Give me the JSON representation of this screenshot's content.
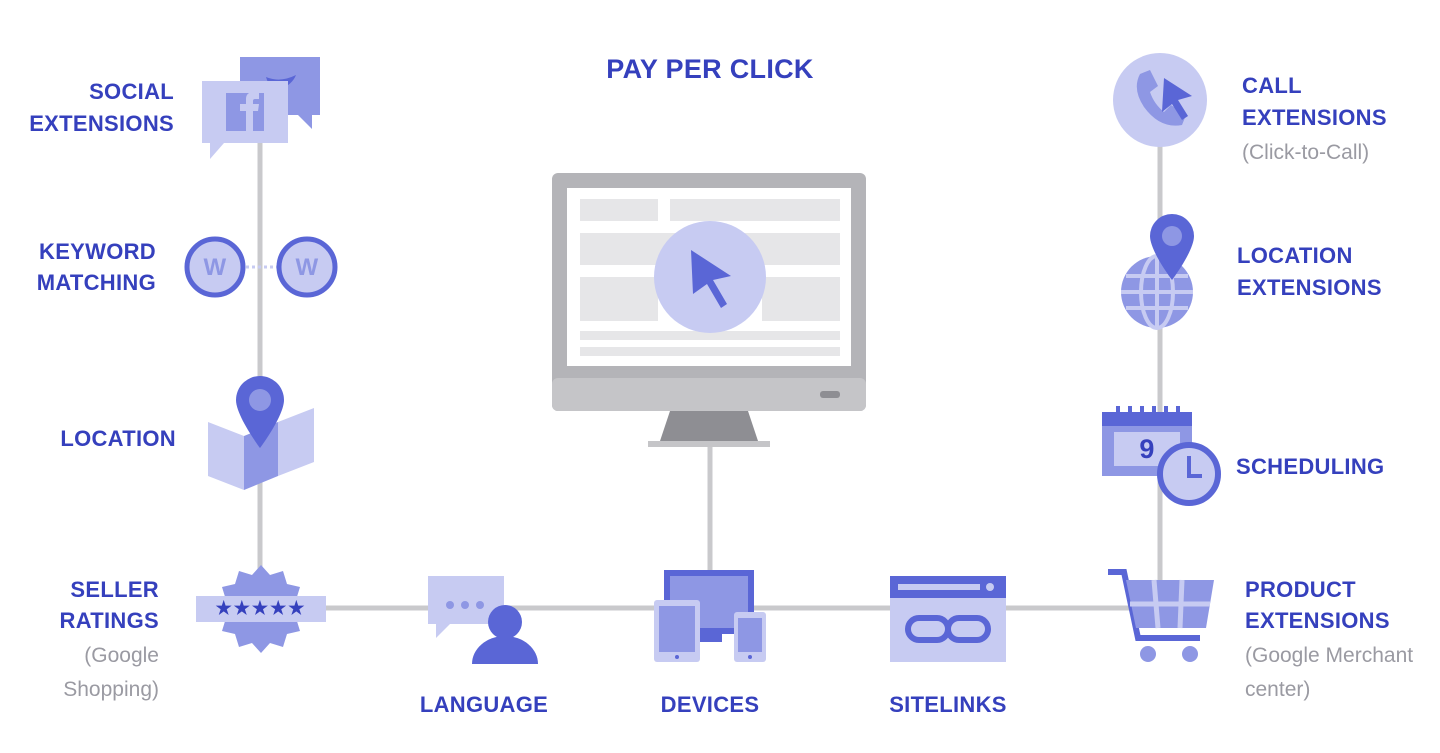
{
  "title": "PAY PER CLICK",
  "nodes": {
    "social": {
      "line1": "SOCIAL",
      "line2": "EXTENSIONS"
    },
    "keyword": {
      "line1": "KEYWORD",
      "line2": "MATCHING",
      "badge": "W"
    },
    "location": {
      "line1": "LOCATION"
    },
    "seller": {
      "line1": "SELLER",
      "line2": "RATINGS",
      "sub1": "(Google",
      "sub2": "Shopping)",
      "stars": "★★★★★"
    },
    "language": {
      "line1": "LANGUAGE"
    },
    "devices": {
      "line1": "DEVICES"
    },
    "sitelinks": {
      "line1": "SITELINKS"
    },
    "product": {
      "line1": "PRODUCT",
      "line2": "EXTENSIONS",
      "sub1": "(Google Merchant",
      "sub2": "center)"
    },
    "scheduling": {
      "line1": "SCHEDULING",
      "day": "9"
    },
    "location_ext": {
      "line1": "LOCATION",
      "line2": "EXTENSIONS"
    },
    "call": {
      "line1": "CALL",
      "line2": "EXTENSIONS",
      "sub1": "(Click-to-Call)"
    }
  },
  "colors": {
    "label": "#3540bd",
    "subtitle": "#9a9aa2",
    "icon_dark": "#5a66d6",
    "icon_mid": "#8e97e4",
    "icon_light": "#c7cbf2",
    "wire": "#c9c9cc",
    "monitor": "#b4b4b8"
  }
}
